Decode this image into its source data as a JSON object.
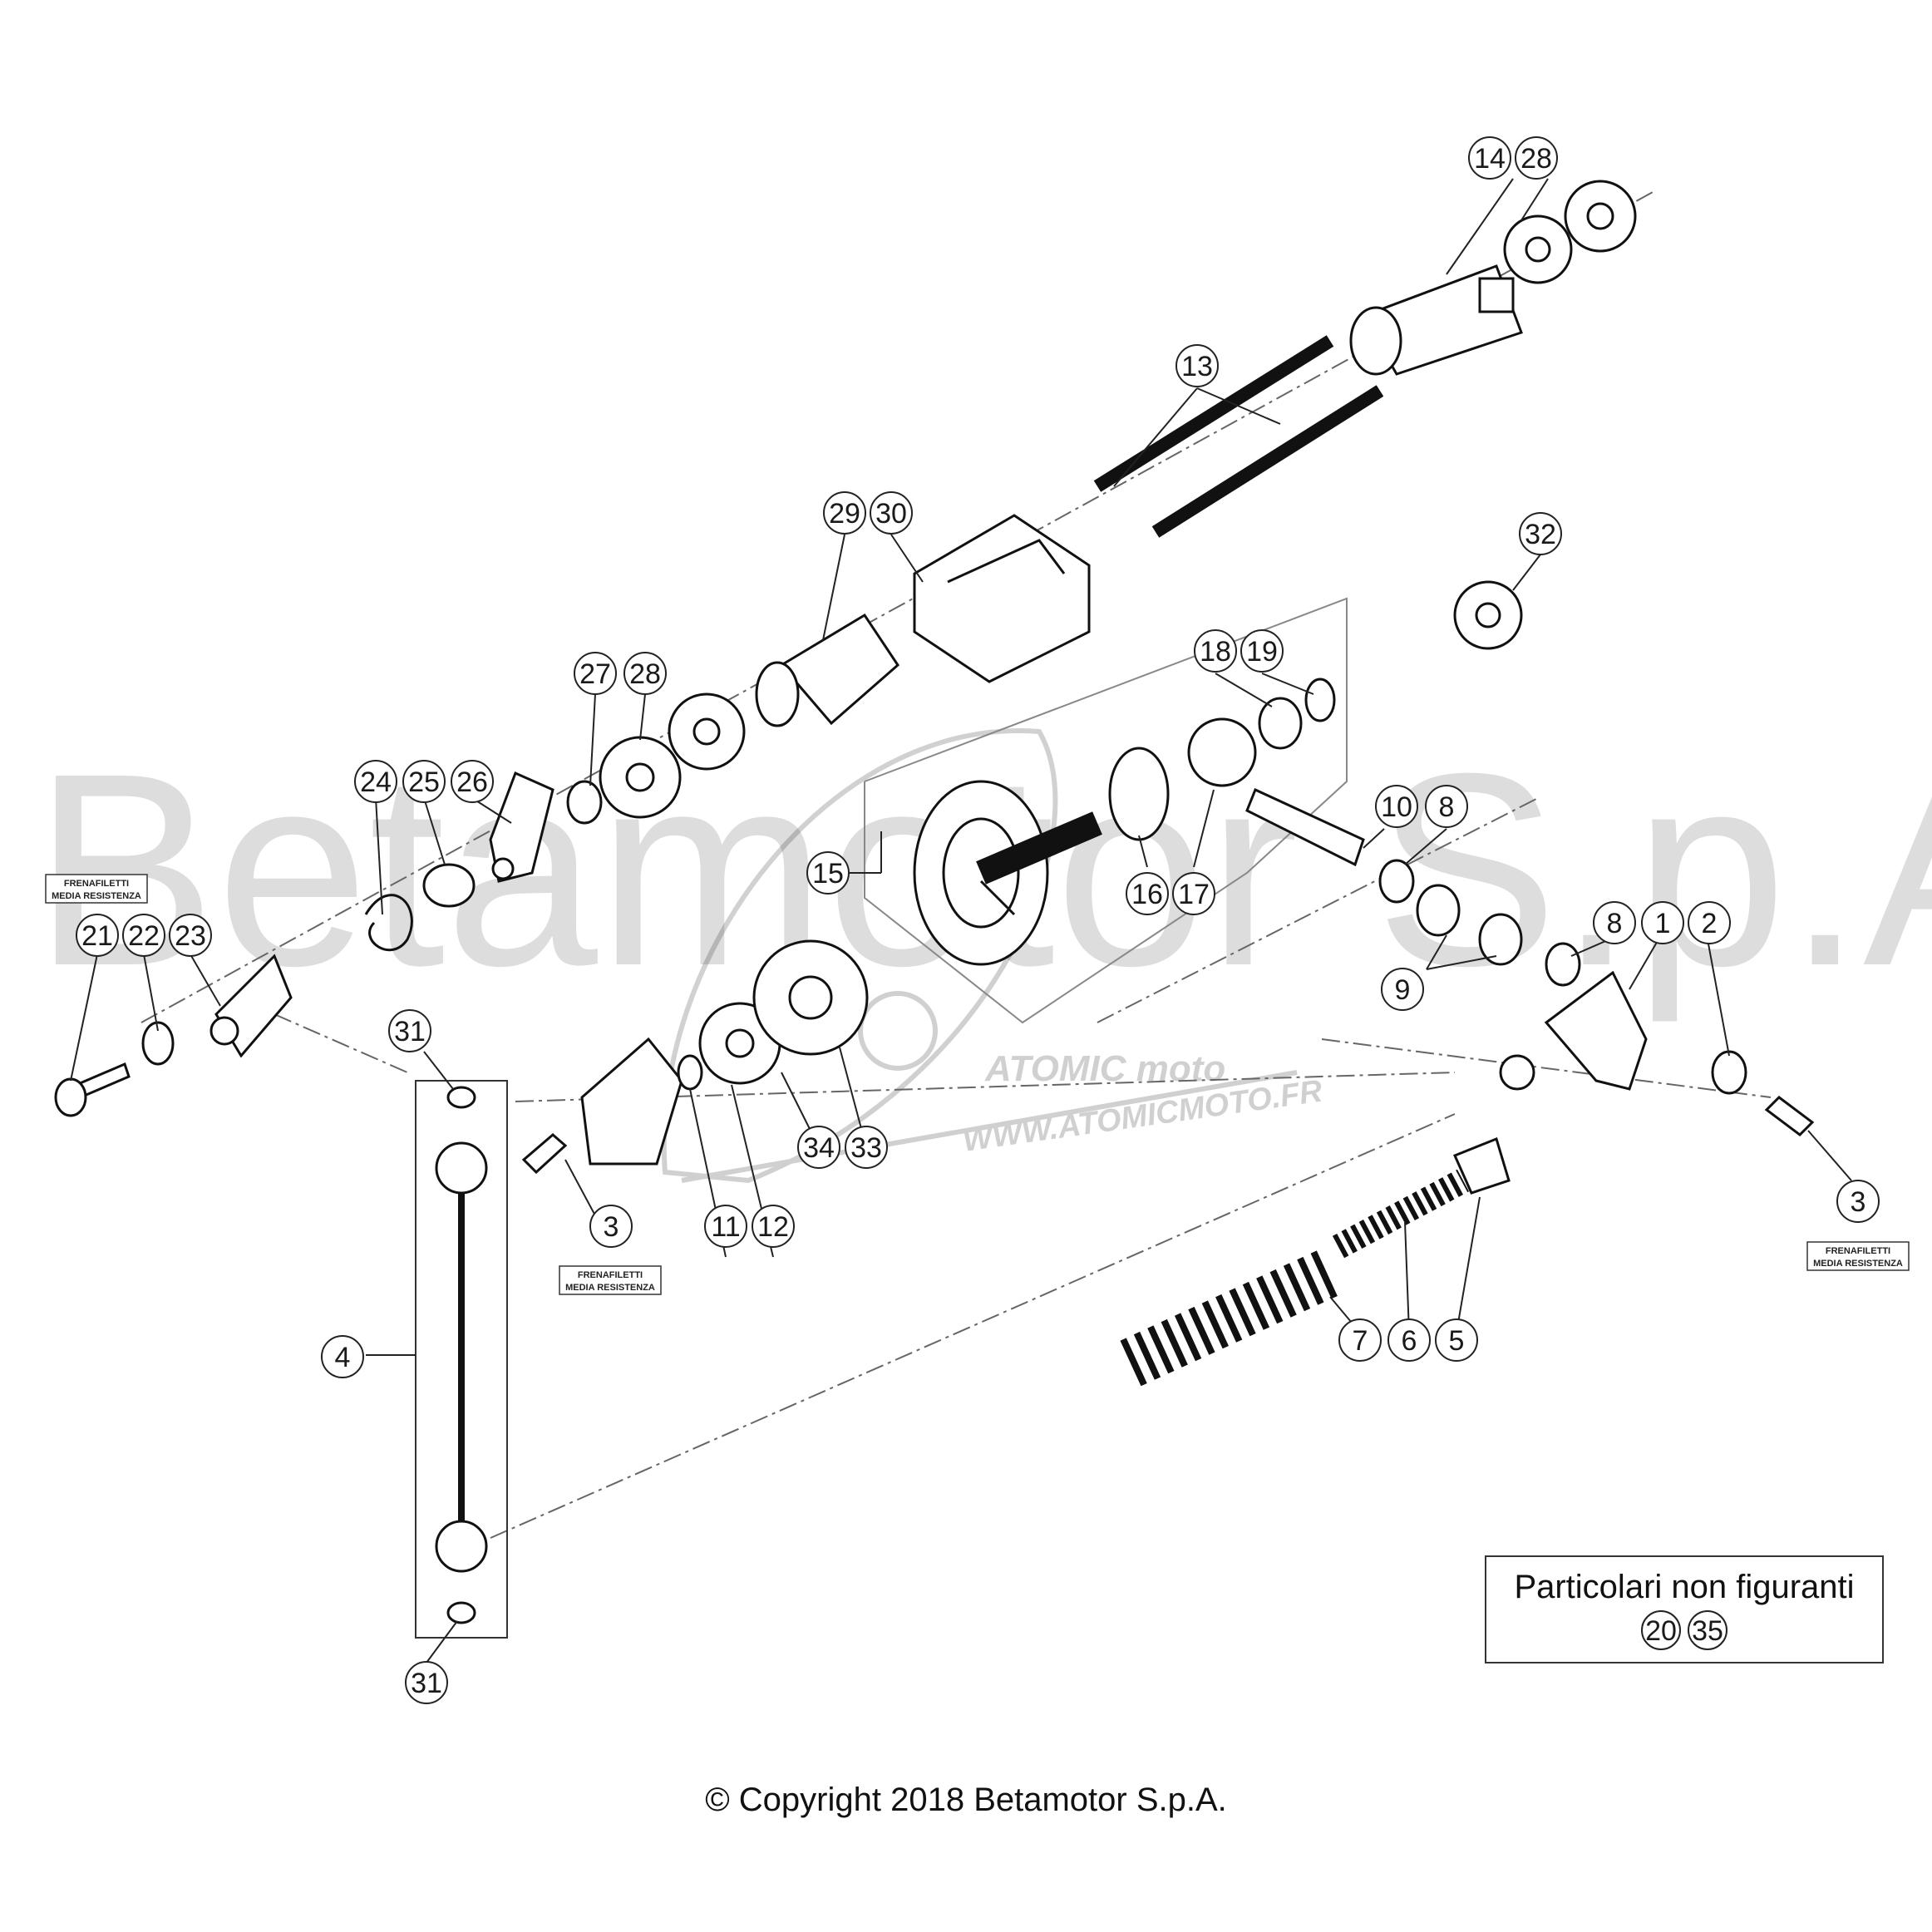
{
  "watermark": {
    "text": "Betamotor S.p.A.",
    "logo_text": "ATOMIC moto",
    "url": "WWW.ATOMICMOTO.FR"
  },
  "callouts": [
    "1",
    "2",
    "3",
    "3",
    "4",
    "5",
    "6",
    "7",
    "8",
    "8",
    "9",
    "10",
    "11",
    "12",
    "13",
    "14",
    "15",
    "16",
    "17",
    "18",
    "19",
    "21",
    "22",
    "23",
    "24",
    "25",
    "26",
    "27",
    "28",
    "28",
    "29",
    "30",
    "31",
    "31",
    "32",
    "33",
    "34"
  ],
  "threadlock_tag": {
    "line1": "FRENAFILETTI",
    "line2": "MEDIA RESISTENZA"
  },
  "note_box": {
    "title": "Particolari non figuranti",
    "items": [
      "20",
      "35"
    ]
  },
  "copyright": "© Copyright 2018 Betamotor S.p.A."
}
